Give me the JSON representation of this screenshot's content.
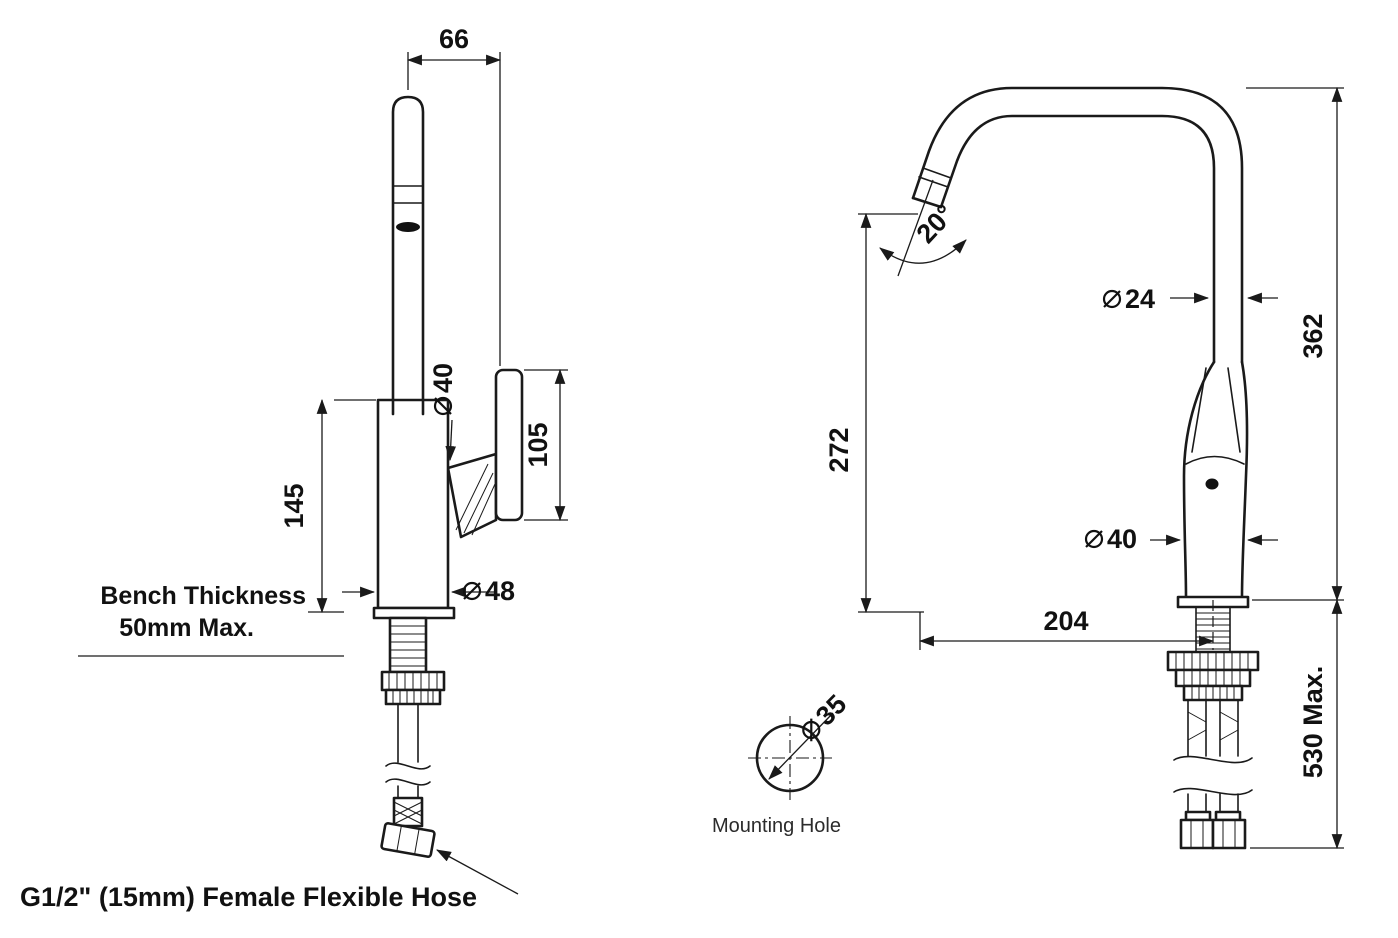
{
  "page": {
    "background": "#ffffff",
    "line_color": "#1a1a1a"
  },
  "left_view": {
    "dims": {
      "spout_offset_width": "66",
      "body_height": "145",
      "aerator_diameter": "40",
      "handle_height": "105",
      "body_diameter": "48"
    },
    "bench_note": {
      "line1": "Bench Thickness",
      "line2": "50mm Max."
    },
    "hose_note": "G1/2\" (15mm) Female Flexible Hose"
  },
  "right_view": {
    "dims": {
      "outlet_angle": "20°",
      "spout_tube_diameter": "24",
      "spout_height": "362",
      "outlet_clearance": "272",
      "body_diameter": "40",
      "spout_reach": "204",
      "overall_height": "530 Max.",
      "mounting_hole_diameter": "35"
    },
    "mounting_hole_label": "Mounting Hole"
  }
}
